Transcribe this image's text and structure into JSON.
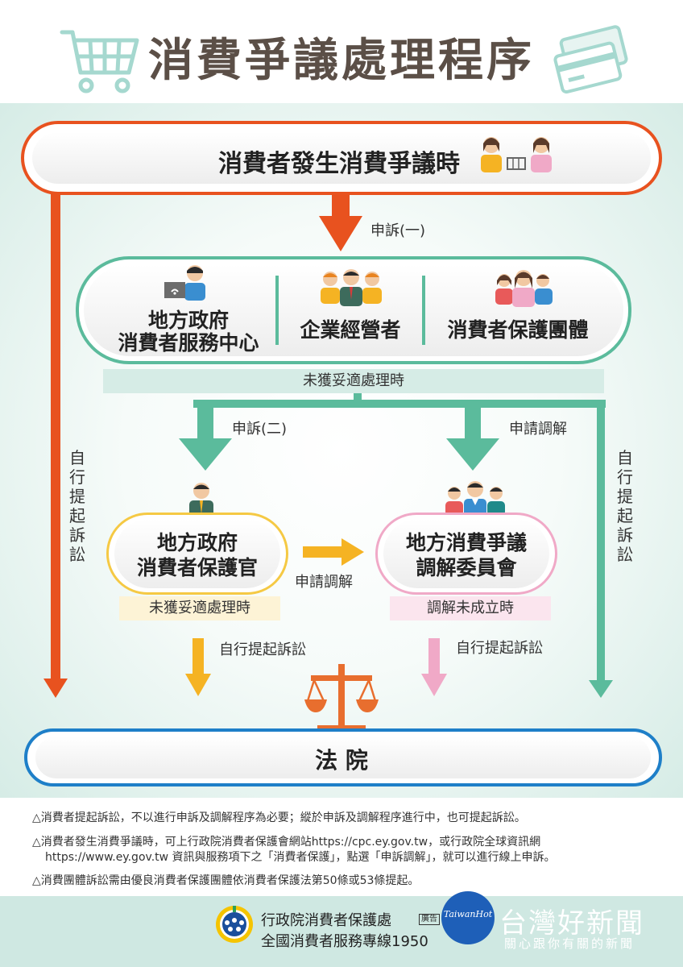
{
  "header": {
    "title": "消費爭議處理程序"
  },
  "start": {
    "label": "消費者發生消費爭議時"
  },
  "arrows": {
    "complaint_one": "申訴(一)",
    "complaint_two": "申訴(二)",
    "apply_mediation_right": "申請調解",
    "apply_mediation_middle": "申請調解",
    "self_sue_left": "自行提起訴訟",
    "self_sue_right": "自行提起訴訟",
    "self_sue_yellow": "自行提起訴訟",
    "self_sue_pink": "自行提起訴訟"
  },
  "agencies": {
    "local_gov_line1": "地方政府",
    "local_gov_line2": "消費者服務中心",
    "business": "企業經營者",
    "consumer_groups": "消費者保護團體"
  },
  "bands": {
    "not_resolved_top": "未獲妥適處理時",
    "not_resolved_bottom": "未獲妥適處理時",
    "mediation_failed": "調解未成立時"
  },
  "officer": {
    "line1": "地方政府",
    "line2": "消費者保護官"
  },
  "committee": {
    "line1": "地方消費爭議",
    "line2": "調解委員會"
  },
  "court": {
    "label": "法 院"
  },
  "notes": {
    "n1": "△消費者提起訴訟，不以進行申訴及調解程序為必要；縱於申訴及調解程序進行中，也可提起訴訟。",
    "n2a": "△消費者發生消費爭議時，可上行政院消費者保護會網站https://cpc.ey.gov.tw，或行政院全球資訊網",
    "n2b": "https://www.ey.gov.tw 資訊與服務項下之「消費者保護」，點選「申訴調解」，就可以進行線上申訴。",
    "n3": "△消費團體訴訟需由優良消費者保護團體依消費者保護法第50條或53條提起。"
  },
  "footer": {
    "agency": "行政院消費者保護處",
    "ad_tag": "廣告",
    "hotline": "全國消費者服務專線1950",
    "watermark_logo": "TaiwanHot",
    "watermark_name": "台灣好新聞",
    "watermark_slogan": "關心跟你有關的新聞"
  },
  "colors": {
    "orange": "#e8521f",
    "teal": "#5bbb9c",
    "yellow": "#f5b323",
    "pink": "#f0a9c7",
    "blue": "#1e7fc8",
    "brown": "#5b4f47"
  },
  "icons": [
    "shopping-cart-icon",
    "credit-card-icon",
    "consumer-shopping-icon",
    "officer-computer-icon",
    "business-group-icon",
    "consumer-group-icon",
    "officer-icon",
    "committee-icon",
    "scales-of-justice-icon",
    "agency-logo-icon"
  ]
}
